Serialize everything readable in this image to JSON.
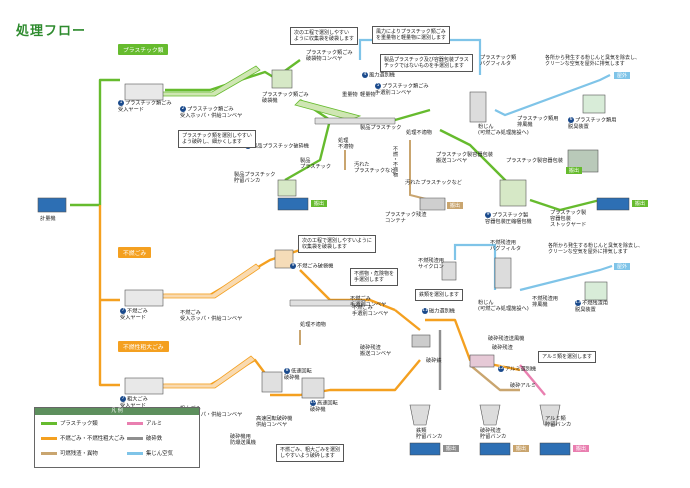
{
  "page": {
    "title": "処理フロー"
  },
  "sections": [
    {
      "key": "plastic",
      "label": "プラスチック類",
      "color": "#66bb2e"
    },
    {
      "key": "fune",
      "label": "不燃ごみ",
      "color": "#f4a020"
    },
    {
      "key": "sodai",
      "label": "不燃性粗大ごみ",
      "color": "#f4a020"
    }
  ],
  "start_label": "計量機",
  "steps": {
    "p1": "プラスチック類ごみ\n受入ヤード",
    "p2": "プラスチック類ごみ\n受入ホッパ・供給コンベヤ",
    "p3_a": "プラスチック類ごみ\n破袋機",
    "p3_b": "プラスチック類ごみ\n破袋物コンベヤ",
    "p4": "風力選別機",
    "p5": "プラスチック類ごみ\n手選別コンベヤ",
    "p6": "プラスチック類\nバグフィルタ",
    "p6b": "プラスチック類用\n排風機",
    "p7": "プラスチック類用\n脱臭装置",
    "p8": "製品プラスチック破砕機",
    "p8b": "製品プラスチック\n貯留バンカ",
    "p9": "プラスチック製\n容器包装圧縮梱包機",
    "p9b": "プラスチック製\n容器包装\nストックヤード",
    "p10": "プラスチック製容器包装\n搬送コンベヤ",
    "p10b": "プラスチック製容器包装",
    "f1": "不燃ごみ\n受入ヤード",
    "f2": "不燃ごみ\n受入ホッパ・供給コンベヤ",
    "f3": "不燃ごみ破袋機",
    "f4": "不燃ごみ\n手選別コンベヤ",
    "s1": "粗大ごみ\n受入ヤード",
    "s2": "粗大ごみ\n受入ホッパ・供給コンベヤ",
    "s3": "低速回転\n破砕機",
    "s4": "高速回転破砕機\n供給コンベヤ",
    "s5": "高速回転\n破砕機",
    "s6": "破砕機用\n防爆送風機",
    "s7": "破砕残渣\n搬送コンベヤ",
    "s8": "磁力選別機",
    "s9": "アルミ選別機",
    "s10": "不燃残渣用\nサイクロン",
    "s11": "不燃残渣用\nバグフィルタ",
    "s12": "不燃残渣用\n排風機",
    "s13": "不燃残渣用\n脱臭装置",
    "s14": "破砕残渣送風機",
    "s15": "破砕鉄",
    "s16": "鉄類\n貯留バンカ",
    "s17": "破砕残渣\n貯留バンカ",
    "s18": "アルミ類\n貯留バンカ",
    "s19": "粉じん\n(可燃ごみ処理施設へ)",
    "s20": "粉じん\n(可燃ごみ処理施設へ)"
  },
  "notes": {
    "n1": "次の工程で選別しやすい\nように収集袋を破袋します",
    "n2": "風力によりプラスチック類ごみ\nを重量物と軽量物に選別します",
    "n3": "製品プラスチック及び容器包装プラス\nチックではないものを手選別します",
    "n4": "各所から発生する粉じんと臭気を除去し、\nクリーンな空気を屋外に排気します",
    "n5": "プラスチック類を選別しやすい\nよう破砕し、細かくします",
    "n6": "次の工程で選別しやすいように\n収集袋を破袋します",
    "n7": "不燃物・危険物を\n手選別します",
    "n8": "各所から発生する粉じんと臭気を除去し、\nクリーンな空気を屋外に排気します",
    "n9": "鉄類を選別します",
    "n10": "アルミ類を選別します",
    "n11": "不燃ごみ、粗大ごみを選別\nしやすいよう破砕します"
  },
  "small_labels": {
    "sl1": "重量物",
    "sl2": "軽量物",
    "sl3": "製品プラスチック",
    "sl4": "処理\n不適物",
    "sl5": "処理不適物",
    "sl6": "汚れた\nプラスチックなど",
    "sl7": "プラスチック残渣\nコンテナ",
    "sl8": "不燃・不適物",
    "sl9": "製品\nプラスチック",
    "sl10": "処理不適物",
    "sl11": "破砕アルミ",
    "sl12": "破砕残渣",
    "sl13": "不燃ごみ\n手選別コンベヤ",
    "sl14": "汚れたプラスチックなど"
  },
  "destinations": {
    "d1": "屋外",
    "d2": "搬出",
    "d3": "搬出",
    "d4": "搬出",
    "d5": "屋外",
    "d6": "搬出",
    "d7": "搬出",
    "d8": "搬出",
    "d9": "搬出"
  },
  "legend": {
    "header": "凡 例",
    "items": [
      {
        "label": "プラスチック類",
        "color": "#66bb2e"
      },
      {
        "label": "アルミ",
        "color": "#e97fb0"
      },
      {
        "label": "不燃ごみ・不燃性粗大ごみ",
        "color": "#f4a020"
      },
      {
        "label": "破砕鉄",
        "color": "#8f8f8f"
      },
      {
        "label": "可燃残渣・異物",
        "color": "#c9a56f"
      },
      {
        "label": "集じん空気",
        "color": "#7fc4e8"
      }
    ]
  },
  "colors": {
    "green": "#66bb2e",
    "orange": "#f4a020",
    "pink": "#e97fb0",
    "gray": "#8f8f8f",
    "tan": "#c9a56f",
    "cyan": "#7fc4e8",
    "navy": "#1a4a8c",
    "title": "#2e8b2e"
  }
}
